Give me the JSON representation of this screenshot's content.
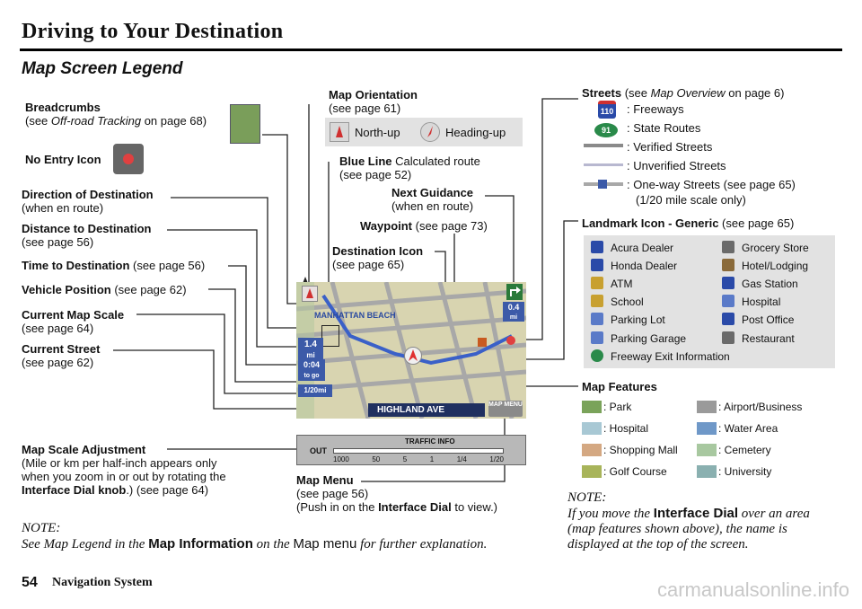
{
  "page_title": "Driving to Your Destination",
  "section_title": "Map Screen Legend",
  "callouts": {
    "breadcrumbs": {
      "title": "Breadcrumbs",
      "ref_pre": "(see ",
      "ref_link": "Off-road Tracking",
      "ref_post": " on page 68)"
    },
    "no_entry": {
      "title": "No Entry Icon"
    },
    "direction": {
      "title": "Direction of Destination",
      "sub": "(when en route)"
    },
    "distance": {
      "title": "Distance to Destination",
      "sub": "(see page 56)"
    },
    "time": {
      "title": "Time to Destination",
      "ref": " (see page 56)"
    },
    "vehicle": {
      "title": "Vehicle Position",
      "ref": " (see page 62)"
    },
    "map_scale": {
      "title": "Current Map Scale",
      "sub": "(see page 64)"
    },
    "street": {
      "title": "Current Street",
      "sub": "(see page 62)"
    },
    "scale_adj": {
      "title": "Map Scale Adjustment",
      "l1": "(Mile or km per half-inch appears only",
      "l2": "when you zoom in or out by rotating the",
      "l3b": "Interface Dial knob",
      "l3": ".) (see page 64)"
    },
    "orientation": {
      "title": "Map Orientation",
      "sub": "(see page 61)",
      "north": "North-up",
      "heading": "Heading-up"
    },
    "blue_line": {
      "title": "Blue Line",
      "desc": " Calculated route",
      "sub": "(see page 52)"
    },
    "next_guidance": {
      "title": "Next Guidance",
      "sub": "(when en route)"
    },
    "waypoint": {
      "title": "Waypoint",
      "ref": " (see page 73)"
    },
    "destination": {
      "title": "Destination Icon",
      "sub": "(see page 65)"
    },
    "map_menu": {
      "title": "Map Menu",
      "sub": "(see page 56)",
      "l3pre": "(Push in on the ",
      "l3b": "Interface Dial",
      "l3post": " to view.)"
    }
  },
  "streets": {
    "title": "Streets",
    "ref_pre": " (see ",
    "ref_link": "Map Overview",
    "ref_post": " on page 6)",
    "items": [
      ": Freeways",
      ": State Routes",
      ": Verified Streets",
      ": Unverified Streets",
      ": One-way Streets (see page 65)"
    ],
    "oneway_note": "(1/20 mile scale only)",
    "freeway_num": "110",
    "state_num": "91"
  },
  "landmark": {
    "title": "Landmark Icon - Generic",
    "ref": " (see page 65)",
    "left": [
      "Acura Dealer",
      "Honda Dealer",
      "ATM",
      "School",
      "Parking Lot",
      "Parking Garage",
      "Freeway Exit Information"
    ],
    "right": [
      "Grocery Store",
      "Hotel/Lodging",
      "Gas Station",
      "Hospital",
      "Post Office",
      "Restaurant"
    ]
  },
  "map_features": {
    "title": "Map Features",
    "left": [
      ": Park",
      ": Hospital",
      ": Shopping Mall",
      ": Golf Course"
    ],
    "right": [
      ": Airport/Business",
      ": Water Area",
      ": Cemetery",
      ": University"
    ],
    "left_colors": [
      "#7aa35a",
      "#a8c8d4",
      "#d4a882",
      "#a8b45a"
    ],
    "right_colors": [
      "#9a9a9a",
      "#6f98c8",
      "#a8c8a0",
      "#8ab0b0"
    ]
  },
  "map_screen": {
    "area_label": "MANHATTAN BEACH",
    "street_name": "HIGHLAND AVE",
    "distance": "1.4",
    "distance_unit": "mi",
    "time": "0:04",
    "time_unit": "to go",
    "scale": "1/20mi",
    "guidance_dist": "0.4",
    "guidance_unit": "mi",
    "menu": "MAP MENU",
    "scale_bar": {
      "out": "OUT",
      "labels": [
        "1000",
        "50",
        "5",
        "1",
        "1/4",
        "1/20"
      ],
      "traffic": "TRAFFIC INFO"
    }
  },
  "notes": {
    "left": {
      "head": "NOTE:",
      "pre": "See Map Legend in the ",
      "bold": "Map Information",
      "mid": " on the ",
      "plain": "Map menu",
      "post": " for further explanation."
    },
    "right": {
      "head": "NOTE:",
      "l1pre": "If you move the ",
      "l1bold": "Interface Dial",
      "l1post": " over an area",
      "l2": "(map features shown above), the name is",
      "l3": "displayed at the top of the screen."
    }
  },
  "footer": {
    "page": "54",
    "text": "Navigation System"
  },
  "watermark": "carmanualsonline.info"
}
